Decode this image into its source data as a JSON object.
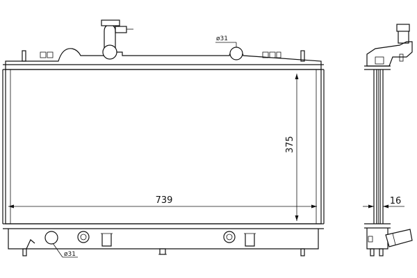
{
  "drawing": {
    "width_dimension": "739",
    "height_dimension": "375",
    "depth_dimension": "16",
    "inlet_diameter": "ø31",
    "outlet_diameter": "ø31"
  }
}
